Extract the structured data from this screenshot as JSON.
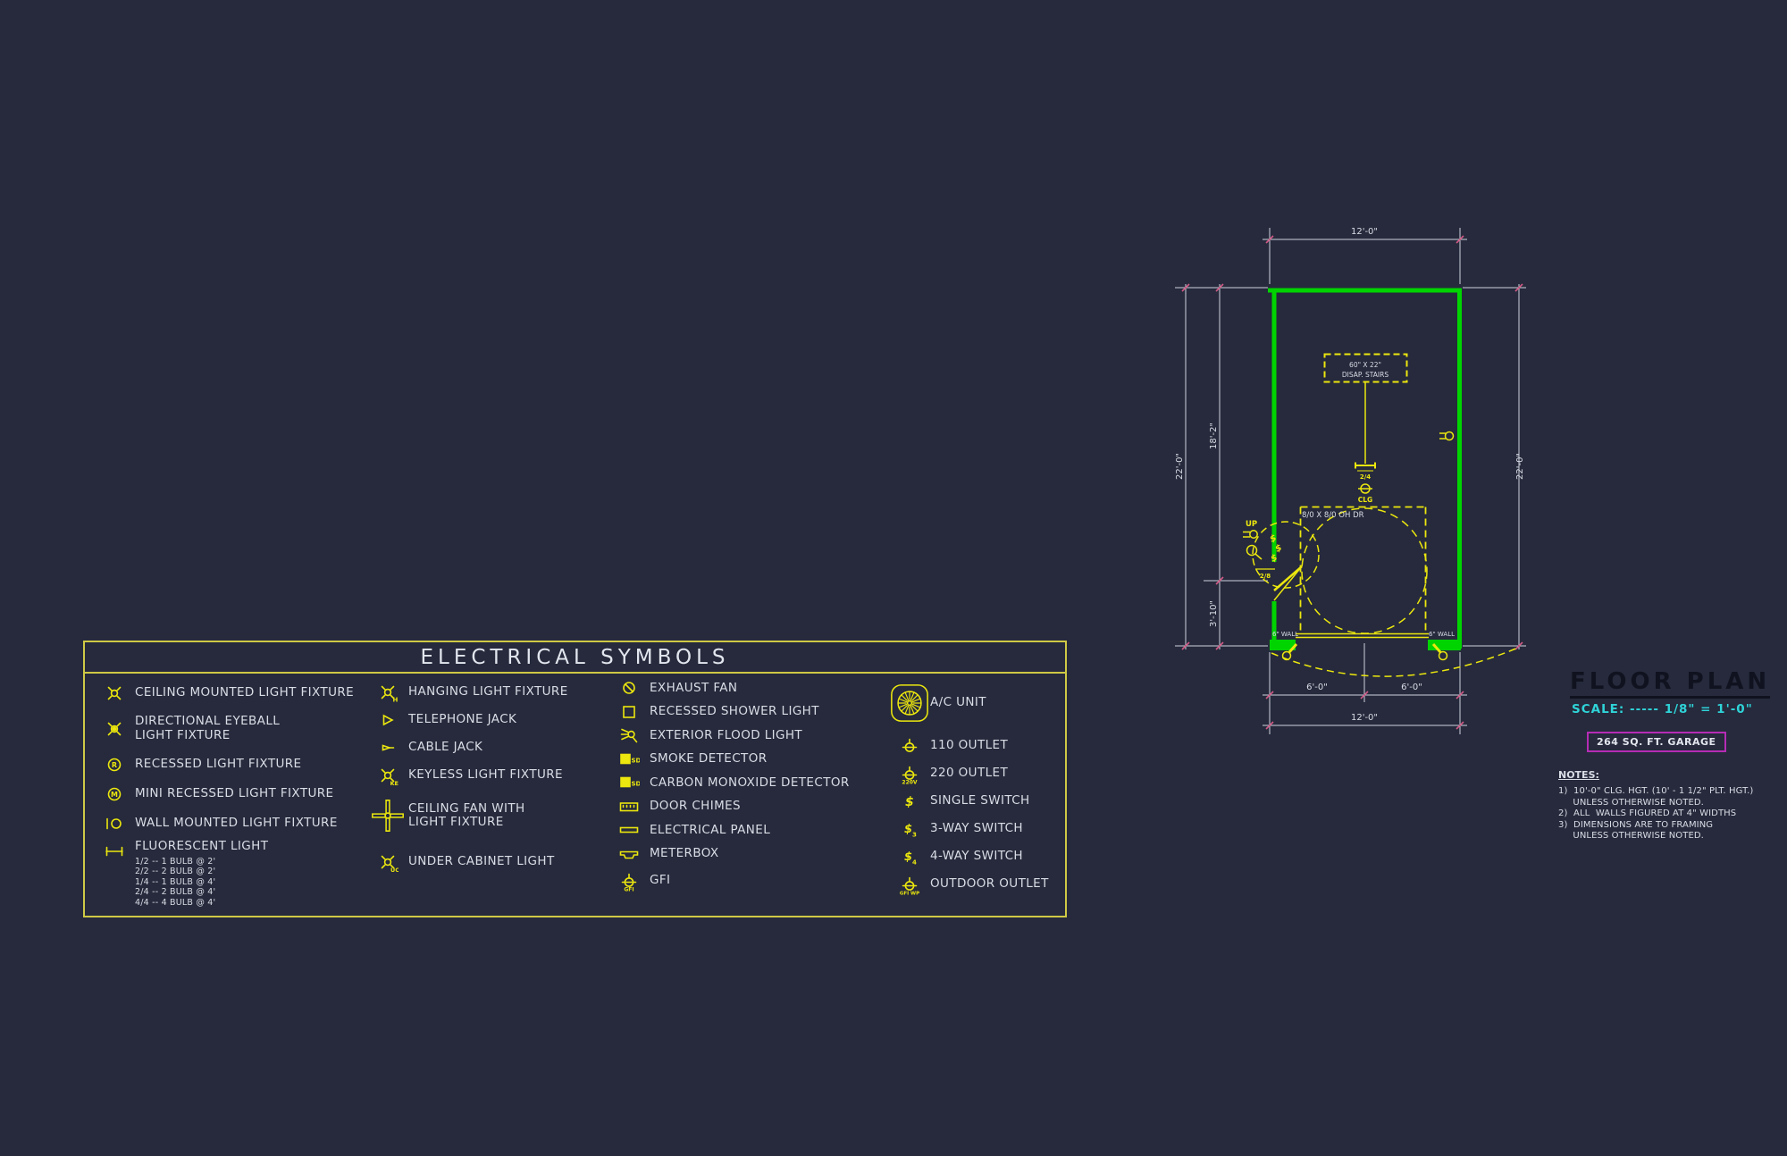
{
  "colors": {
    "bg": "#262a3c",
    "border": "#cfc945",
    "yellow": "#ece70e",
    "text": "#d9dde6",
    "green": "#00d400",
    "dim": "#cdd2de",
    "tick": "#d05a86",
    "cyan": "#2fd3d8",
    "magenta": "#b52cb5",
    "dark": "#10131f"
  },
  "legend": {
    "title": "ELECTRICAL SYMBOLS",
    "columns": [
      {
        "items": [
          {
            "icon": "ceiling-mounted-light",
            "label": "CEILING MOUNTED LIGHT FIXTURE"
          },
          {
            "icon": "directional-eyeball-light",
            "label": "DIRECTIONAL EYEBALL\nLIGHT FIXTURE"
          },
          {
            "icon": "recessed-light",
            "label": "RECESSED LIGHT FIXTURE"
          },
          {
            "icon": "mini-recessed-light",
            "label": "MINI RECESSED LIGHT FIXTURE"
          },
          {
            "icon": "wall-mounted-light",
            "label": "WALL MOUNTED LIGHT FIXTURE"
          },
          {
            "icon": "fluorescent-light",
            "label": "FLUORESCENT LIGHT",
            "sub": [
              "1/2 -- 1 BULB @ 2'",
              "2/2 -- 2 BULB @ 2'",
              "1/4 -- 1 BULB @ 4'",
              "2/4 -- 2 BULB @ 4'",
              "4/4 -- 4 BULB @ 4'"
            ]
          }
        ]
      },
      {
        "items": [
          {
            "icon": "hanging-light",
            "label": "HANGING LIGHT FIXTURE"
          },
          {
            "icon": "telephone-jack",
            "label": "TELEPHONE JACK"
          },
          {
            "icon": "cable-jack",
            "label": "CABLE JACK"
          },
          {
            "icon": "keyless-light",
            "label": "KEYLESS LIGHT FIXTURE"
          },
          {
            "icon": "ceiling-fan",
            "label": "CEILING FAN WITH\nLIGHT FIXTURE"
          },
          {
            "icon": "under-cabinet-light",
            "label": "UNDER CABINET LIGHT"
          }
        ]
      },
      {
        "items": [
          {
            "icon": "exhaust-fan",
            "label": "EXHAUST FAN"
          },
          {
            "icon": "recessed-shower-light",
            "label": "RECESSED SHOWER LIGHT"
          },
          {
            "icon": "exterior-flood-light",
            "label": "EXTERIOR FLOOD LIGHT"
          },
          {
            "icon": "smoke-detector",
            "label": "SMOKE DETECTOR"
          },
          {
            "icon": "carbon-monoxide-detector",
            "label": "CARBON MONOXIDE DETECTOR"
          },
          {
            "icon": "door-chimes",
            "label": "DOOR CHIMES"
          },
          {
            "icon": "electrical-panel",
            "label": "ELECTRICAL PANEL"
          },
          {
            "icon": "meterbox",
            "label": "METERBOX"
          },
          {
            "icon": "gfi-outlet",
            "label": "GFI"
          }
        ]
      },
      {
        "items": [
          {
            "icon": "ac-unit",
            "label": "A/C UNIT"
          },
          {
            "icon": "outlet-110",
            "label": "110 OUTLET"
          },
          {
            "icon": "outlet-220",
            "label": "220 OUTLET"
          },
          {
            "icon": "switch-single",
            "label": "SINGLE SWITCH"
          },
          {
            "icon": "switch-3way",
            "label": "3-WAY SWITCH"
          },
          {
            "icon": "switch-4way",
            "label": "4-WAY SWITCH"
          },
          {
            "icon": "outdoor-outlet",
            "label": "OUTDOOR OUTLET"
          }
        ]
      }
    ]
  },
  "floor_plan": {
    "title": "FLOOR PLAN",
    "scale": "SCALE: ----- 1/8\" = 1'-0\"",
    "area_badge": "264 SQ. FT. GARAGE",
    "notes_title": "NOTES:",
    "notes": [
      "1)  10'-0\" CLG. HGT. (10' - 1 1/2\" PLT. HGT.)",
      "     UNLESS OTHERWISE NOTED.",
      "2)  ALL  WALLS FIGURED AT 4\" WIDTHS",
      "3)  DIMENSIONS ARE TO FRAMING",
      "     UNLESS OTHERWISE NOTED."
    ],
    "dims": {
      "top": "12'-0\"",
      "left_total": "22'-0\"",
      "left_upper": "18'-2\"",
      "left_lower": "3'-10\"",
      "right": "22'-0\"",
      "bottom_left": "6'-0\"",
      "bottom_right": "6'-0\"",
      "bottom_total": "12'-0\""
    },
    "labels": {
      "stairs_size": "60\" X 22\"",
      "stairs_name": "DISAP. STAIRS",
      "oh_door": "8/0 X 8/0 OH DR",
      "pull_light": "2/4",
      "clg": "CLG",
      "up": "UP",
      "door": "2/8",
      "wall_left": "6\" WALL",
      "wall_right": "6\" WALL"
    }
  }
}
